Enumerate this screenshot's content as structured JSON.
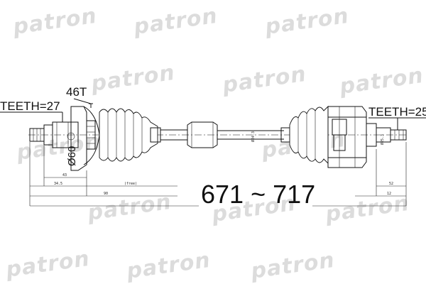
{
  "watermark": {
    "text": "patron"
  },
  "labels": {
    "left_teeth": "TEETH=27",
    "abs_teeth": "46T",
    "right_teeth": "TEETH=25",
    "length_range": "671 ~ 717",
    "abs_diameter": "Ø60"
  },
  "dimensions": {
    "left_tip": "34.5",
    "left_outer": "90",
    "left_offset": "43",
    "center_free": "(free)",
    "right_a": "52",
    "right_b": "12",
    "shaft_left": "Ø24.3",
    "shaft_right": "Ø25.3"
  },
  "colors": {
    "line": "#111111",
    "watermark": "#dcdcdc",
    "background": "#ffffff"
  }
}
